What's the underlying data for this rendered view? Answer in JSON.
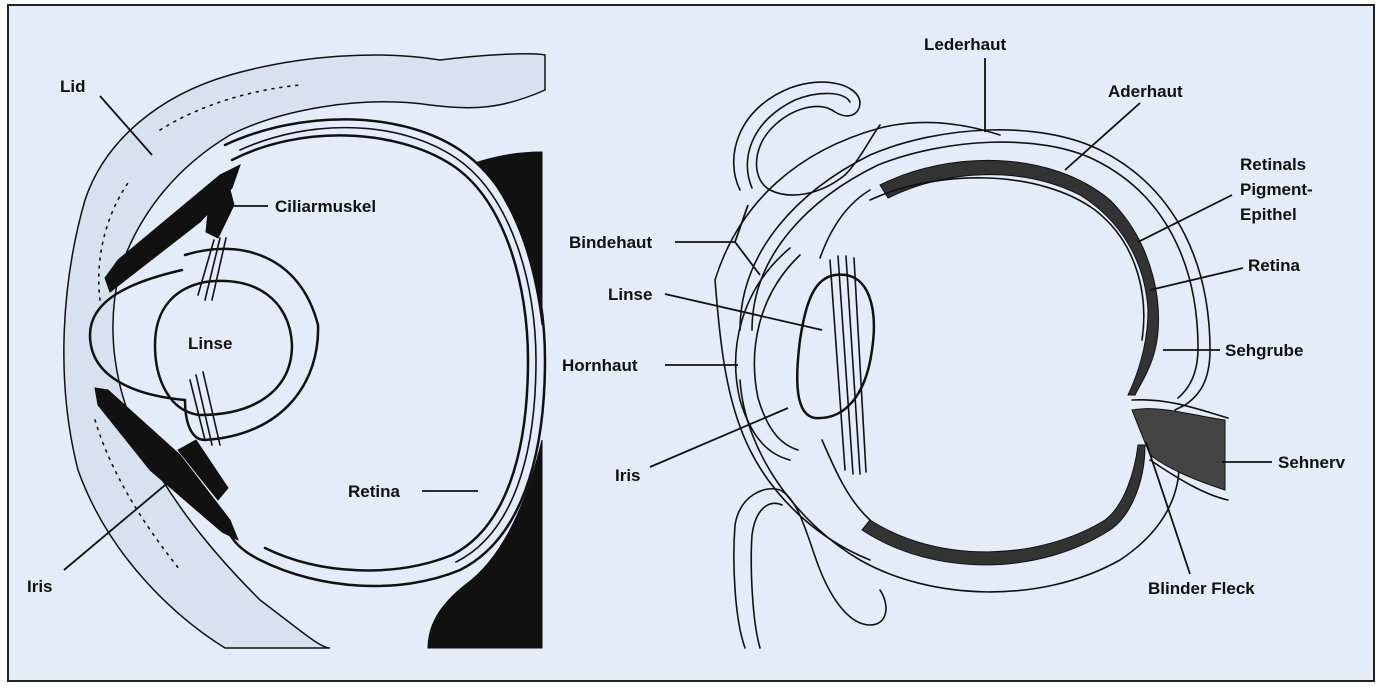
{
  "colors": {
    "background": "#e3ecf8",
    "frame": "#222222",
    "ink": "#111111",
    "left_panel_bg": "#e7eef9"
  },
  "left_diagram": {
    "labels": {
      "lid": "Lid",
      "ciliarmuskel": "Ciliarmuskel",
      "linse": "Linse",
      "retina": "Retina",
      "iris": "Iris"
    }
  },
  "right_diagram": {
    "labels": {
      "lederhaut": "Lederhaut",
      "aderhaut": "Aderhaut",
      "pigment_line1": "Retinals",
      "pigment_line2": "Pigment-",
      "pigment_line3": "Epithel",
      "bindehaut": "Bindehaut",
      "retina": "Retina",
      "linse": "Linse",
      "sehgrube": "Sehgrube",
      "hornhaut": "Hornhaut",
      "iris": "Iris",
      "sehnerv": "Sehnerv",
      "blinder_fleck": "Blinder Fleck"
    }
  }
}
